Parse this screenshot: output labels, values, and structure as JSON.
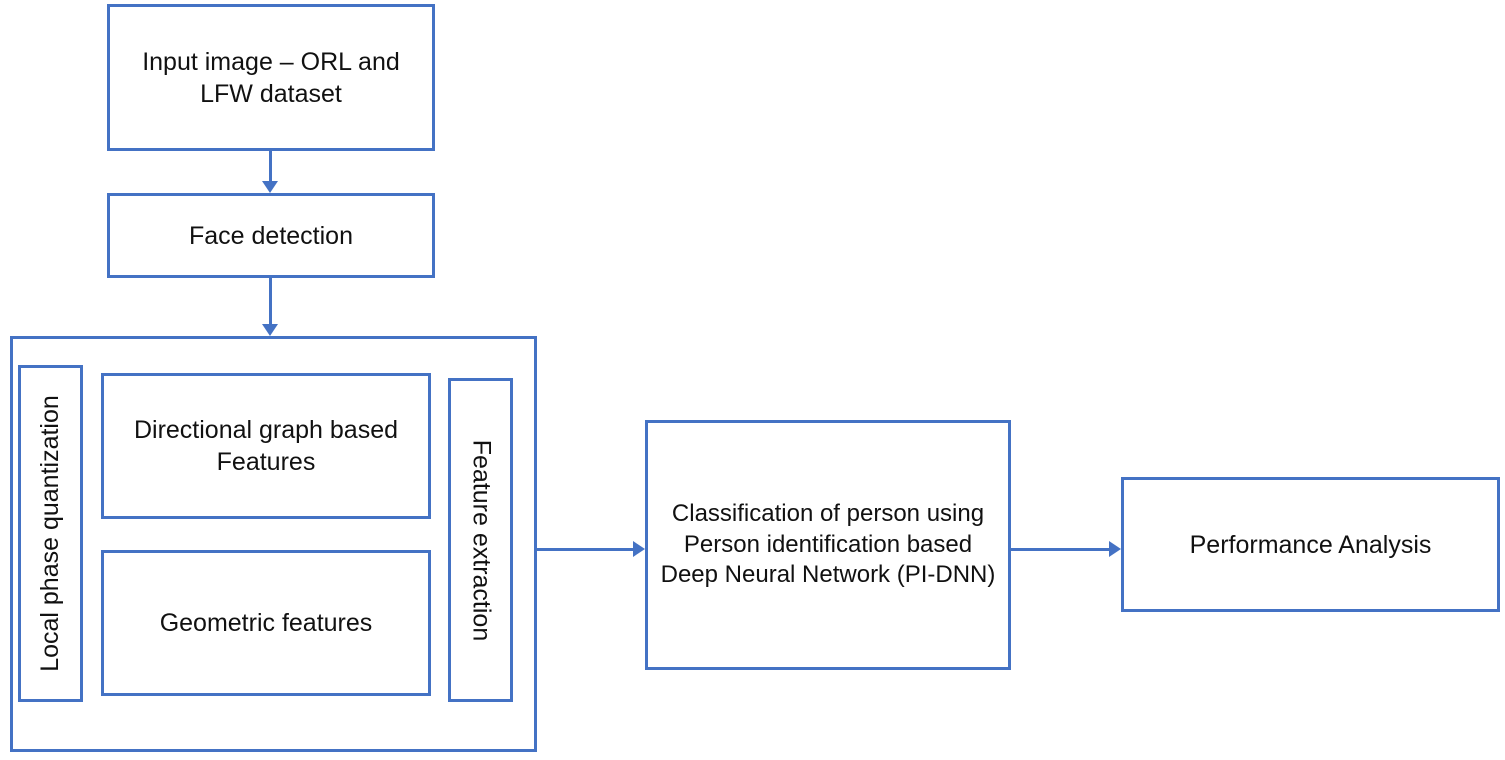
{
  "diagram": {
    "title": "Face recognition system block diagram",
    "accent_color": "#4472C4",
    "text_color": "#111111",
    "background_color": "#FFFFFF",
    "nodes": {
      "input_image": {
        "label": "Input image – ORL and LFW dataset"
      },
      "face_detection": {
        "label": "Face detection"
      },
      "local_phase_quantization": {
        "label": "Local phase quantization",
        "orientation": "vertical-ccw"
      },
      "directional_graph_features": {
        "label": "Directional graph based Features"
      },
      "geometric_features": {
        "label": "Geometric features"
      },
      "feature_extraction": {
        "label": "Feature extraction",
        "orientation": "vertical-cw"
      },
      "classification": {
        "label": "Classification of person using Person identification based Deep Neural Network (PI-DNN)"
      },
      "performance_analysis": {
        "label": "Performance Analysis"
      }
    },
    "connectors": [
      {
        "from": "input_image",
        "to": "face_detection",
        "direction": "down"
      },
      {
        "from": "face_detection",
        "to": "local_phase_quantization_group",
        "direction": "down"
      },
      {
        "from": "local_phase_quantization_group",
        "to": "classification",
        "direction": "right"
      },
      {
        "from": "classification",
        "to": "performance_analysis",
        "direction": "right"
      }
    ]
  }
}
